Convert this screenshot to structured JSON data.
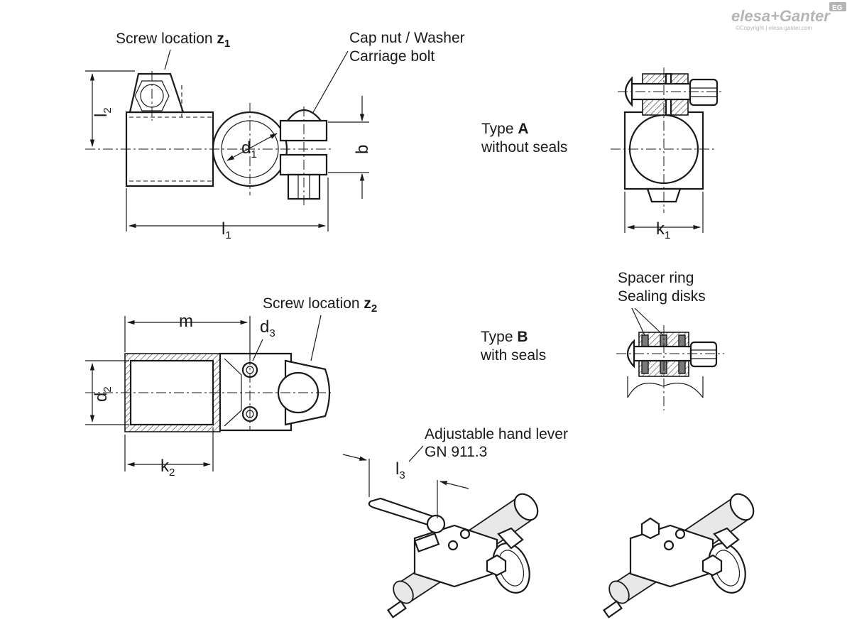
{
  "brand": {
    "logo_text": "elesa+Ganter",
    "badge": "EG",
    "copyright": "©Copyright | elesa-ganter.com"
  },
  "labels": {
    "screw_location_z1": {
      "text": "Screw location ",
      "var": "z",
      "sub": "1"
    },
    "cap_nut_washer": "Cap nut / Washer",
    "carriage_bolt": "Carriage bolt",
    "type_a_prefix": "Type ",
    "type_a_letter": "A",
    "type_a_desc": "without seals",
    "screw_location_z2": {
      "text": "Screw location ",
      "var": "z",
      "sub": "2"
    },
    "spacer_ring": "Spacer ring",
    "sealing_disks": "Sealing disks",
    "type_b_prefix": "Type ",
    "type_b_letter": "B",
    "type_b_desc": "with seals",
    "hand_lever": "Adjustable hand lever",
    "hand_lever_code": "GN 911.3"
  },
  "dimensions": {
    "l2": {
      "main": "l",
      "sub": "2"
    },
    "d1": {
      "main": "d",
      "sub": "1"
    },
    "b": {
      "main": "b"
    },
    "l1": {
      "main": "l",
      "sub": "1"
    },
    "k1": {
      "main": "k",
      "sub": "1"
    },
    "m": {
      "main": "m"
    },
    "d3": {
      "main": "d",
      "sub": "3"
    },
    "d2": {
      "main": "d",
      "sub": "2"
    },
    "k2": {
      "main": "k",
      "sub": "2"
    },
    "l3": {
      "main": "l",
      "sub": "3"
    }
  }
}
